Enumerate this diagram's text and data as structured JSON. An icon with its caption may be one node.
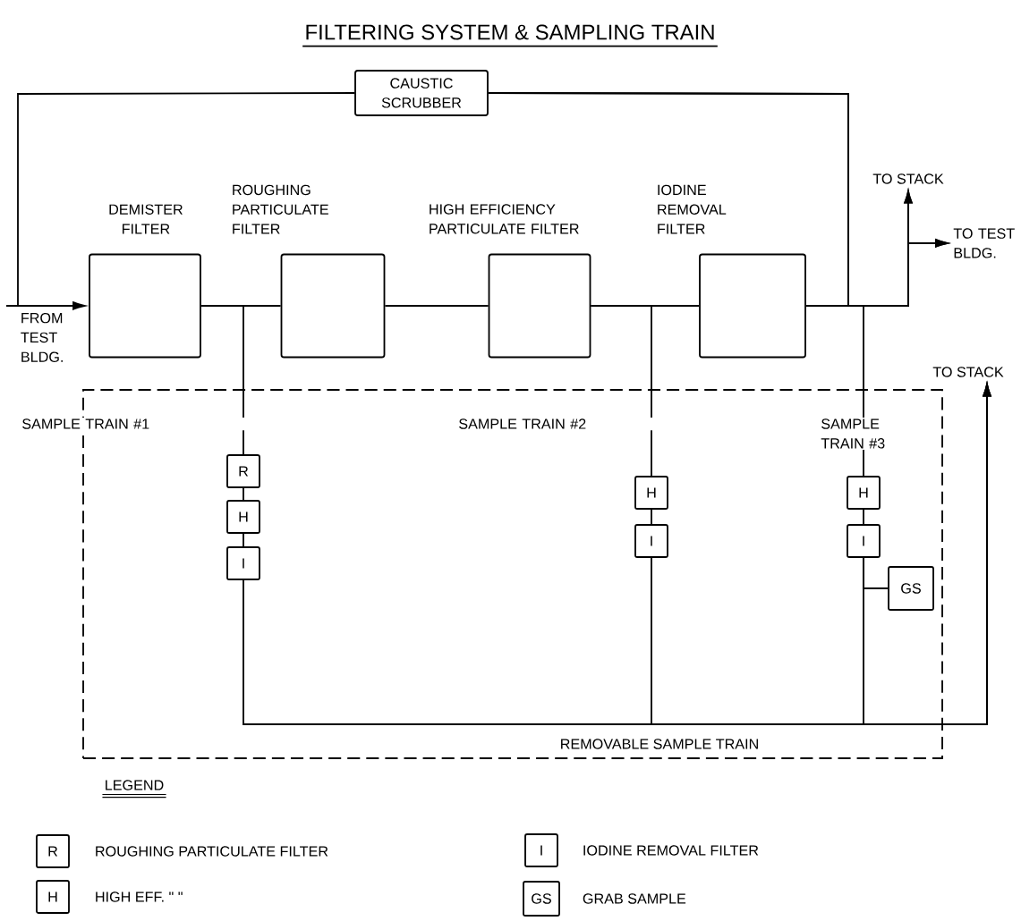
{
  "diagram": {
    "title": "FILTERING SYSTEM & SAMPLING TRAIN",
    "nodes": [
      {
        "text": [
          "CAUSTIC SCRUBBER"
        ]
      },
      {
        "text": [
          "DEMISTER FILTER"
        ]
      },
      {
        "text": [
          "ROUGHING PARTICULATE FILTER"
        ]
      },
      {
        "text": [
          "HIGH EFFICIENCY PARTICULATE FILTER"
        ]
      },
      {
        "text": [
          "IODINE REMOVAL FILTER"
        ]
      },
      {
        "text": [
          "TO STACK"
        ]
      },
      {
        "text": [
          "TO TEST BLDG."
        ]
      },
      {
        "text": [
          "REMOVABLE SAMPLE TRAIN"
        ]
      },
      {
        "text": [
          "R"
        ],
        "in": 7
      },
      {
        "text": [
          "H"
        ],
        "in": 7
      },
      {
        "text": [
          "I"
        ],
        "in": 7
      },
      {
        "text": [
          "H"
        ],
        "in": 7
      },
      {
        "text": [
          "I"
        ],
        "in": 7
      },
      {
        "text": [
          "H"
        ],
        "in": 7
      },
      {
        "text": [
          "I"
        ],
        "in": 7
      },
      {
        "text": [
          "GS"
        ],
        "in": 7
      },
      {
        "text": [
          "TO STACK"
        ]
      },
      {
        "text": [
          "FROM TEST BLDG."
        ]
      }
    ],
    "edges": [
      {
        "from": 17,
        "to": 1,
        "arrow": "to"
      },
      {
        "from": 17,
        "to": 0,
        "arrow": "none"
      },
      {
        "from": 1,
        "to": 2,
        "arrow": "none"
      },
      {
        "from": 2,
        "to": 3,
        "arrow": "none"
      },
      {
        "from": 3,
        "to": 4,
        "arrow": "none"
      },
      {
        "from": 0,
        "to": 5,
        "arrow": "to"
      },
      {
        "from": 0,
        "to": 6,
        "arrow": "to"
      },
      {
        "from": 4,
        "to": 5,
        "arrow": "to"
      },
      {
        "from": 4,
        "to": 6,
        "arrow": "to"
      },
      {
        "from": 1,
        "to": 8,
        "arrow": "none"
      },
      {
        "from": 8,
        "to": 9,
        "arrow": "none"
      },
      {
        "from": 9,
        "to": 10,
        "arrow": "none"
      },
      {
        "from": 10,
        "to": 16,
        "arrow": "to"
      },
      {
        "from": 3,
        "to": 11,
        "arrow": "none"
      },
      {
        "from": 11,
        "to": 12,
        "arrow": "none"
      },
      {
        "from": 12,
        "to": 16,
        "arrow": "to"
      },
      {
        "from": 4,
        "to": 13,
        "arrow": "none"
      },
      {
        "from": 13,
        "to": 14,
        "arrow": "none"
      },
      {
        "from": 14,
        "to": 15,
        "arrow": "none"
      },
      {
        "from": 14,
        "to": 16,
        "arrow": "to"
      }
    ],
    "labels": [
      "SAMPLE TRAIN #1",
      "SAMPLE TRAIN #2",
      "SAMPLE TRAIN #3",
      "LEGEND",
      "R",
      "H",
      "I",
      "GS"
    ],
    "legend": [
      {
        "text": "ROUGHING PARTICULATE FILTER"
      },
      {
        "text": "HIGH EFF. \"            \""
      },
      {
        "text": "IODINE REMOVAL FILTER"
      },
      {
        "text": "GRAB SAMPLE"
      }
    ]
  }
}
